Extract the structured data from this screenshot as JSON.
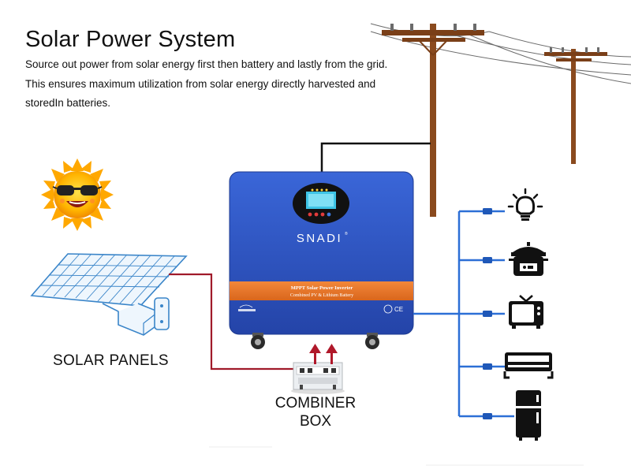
{
  "header": {
    "title": "Solar Power System",
    "description_lines": [
      "Source out power from solar energy first then battery and lastly from the grid.",
      "This ensures maximum utilization from solar energy directly harvested and",
      "storedIn batteries."
    ]
  },
  "inverter": {
    "brand": "SNADI",
    "trademark": "®",
    "band_line1": "MPPT Solar Power Inverter",
    "band_line2": "Combined PV & Lithium Battery",
    "band_color": "#e8782a",
    "body_color": "#2a4fc0",
    "ce_mark": "CE"
  },
  "labels": {
    "solar_panels": "SOLAR PANELS",
    "combiner_line1": "COMBINER",
    "combiner_line2": "BOX"
  },
  "colors": {
    "pv_line": "#a01a2a",
    "load_line": "#2c6fd6",
    "grid_line": "#111111",
    "pole": "#8a4a1e"
  },
  "icons": {
    "sun": "sun-with-sunglasses-icon",
    "panel": "solar-panel-icon",
    "loads": [
      "light-bulb-icon",
      "rice-cooker-icon",
      "tv-icon",
      "air-conditioner-icon",
      "refrigerator-icon"
    ]
  }
}
